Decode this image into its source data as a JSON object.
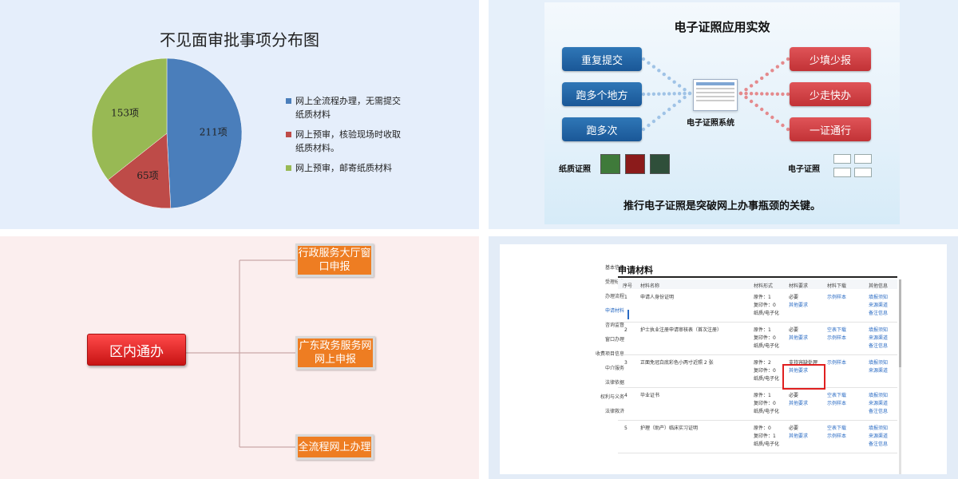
{
  "panel1": {
    "title": "不见面审批事项分布图",
    "chart_data": {
      "type": "pie",
      "title": "不见面审批事项分布图",
      "slices": [
        {
          "label": "网上全流程办理，无需提交纸质材料",
          "value": 211,
          "data_label": "211项",
          "color": "#4a7ebb"
        },
        {
          "label": "网上预审，核验现场时收取纸质材料。",
          "value": 65,
          "data_label": "65项",
          "color": "#be4b48"
        },
        {
          "label": "网上预审，邮寄纸质材料",
          "value": 153,
          "data_label": "153项",
          "color": "#98b954"
        }
      ],
      "legend_position": "right"
    },
    "legend": [
      {
        "text": "网上全流程办理，无需提交纸质材料",
        "color": "#4a7ebb"
      },
      {
        "text": "网上预审，核验现场时收取纸质材料。",
        "color": "#be4b48"
      },
      {
        "text": "网上预审，邮寄纸质材料",
        "color": "#98b954"
      }
    ]
  },
  "panel2": {
    "title": "电子证照应用实效",
    "left_buttons": [
      "重复提交",
      "跑多个地方",
      "跑多次"
    ],
    "right_buttons": [
      "少填少报",
      "少走快办",
      "一证通行"
    ],
    "system_label": "电子证照系统",
    "paper_label": "纸质证照",
    "electronic_label": "电子证照",
    "bottom_text": "推行电子证照是突破网上办事瓶颈的关键。",
    "colors": {
      "blue": "#1f62a3",
      "red": "#cf3b3f",
      "dots_blue": "#9fc3e6",
      "dots_red": "#e48a8d"
    }
  },
  "panel3": {
    "root": "区内通办",
    "nodes": [
      "行政服务大厅窗口申报",
      "广东政务服务网网上申报",
      "全流程网上办理"
    ],
    "colors": {
      "root": "#d81e1e",
      "node": "#ee7d22",
      "line": "#c9a8a8"
    }
  },
  "panel4": {
    "nav": [
      "基本信息",
      "受理标准",
      "办理流程",
      "申请材料",
      "咨询监督",
      "窗口办理",
      "收费项目信息",
      "中介服务",
      "法律依据",
      "权利与义务",
      "法律救济"
    ],
    "nav_active": "申请材料",
    "section_title": "申请材料",
    "columns": [
      "序号",
      "材料名称",
      "材料形式",
      "材料要求",
      "材料下载",
      "其他信息"
    ],
    "rows": [
      {
        "no": "1",
        "name": "申请人身份证明",
        "form": [
          "原件：1",
          "复印件：0",
          "纸质/电子化"
        ],
        "req": [
          "必要",
          "其他要求"
        ],
        "download": [
          "示例样本"
        ],
        "other": [
          "填报须知",
          "来源渠道",
          "备注信息"
        ]
      },
      {
        "no": "2",
        "name": "护士执业注册申请审核表（首次注册）",
        "form": [
          "原件：1",
          "复印件：0",
          "纸质/电子化"
        ],
        "req": [
          "必要",
          "其他要求"
        ],
        "download": [
          "空表下载",
          "示例样本"
        ],
        "other": [
          "填报须知",
          "来源渠道",
          "备注信息"
        ]
      },
      {
        "no": "3",
        "name": "正面免冠白底彩色小两寸近照 2 张",
        "form": [
          "原件：2",
          "复印件：0",
          "纸质/电子化"
        ],
        "req": [
          "支持容缺处理",
          "其他要求"
        ],
        "download": [
          "示例样本"
        ],
        "other": [
          "填报须知",
          "来源渠道"
        ]
      },
      {
        "no": "4",
        "name": "毕业证书",
        "form": [
          "原件：1",
          "复印件：0",
          "纸质/电子化"
        ],
        "req": [
          "必要",
          "其他要求"
        ],
        "download": [
          "空表下载",
          "示例样本"
        ],
        "other": [
          "填报须知",
          "来源渠道",
          "备注信息"
        ]
      },
      {
        "no": "5",
        "name": "护理（助产）临床实习证明",
        "form": [
          "原件：0",
          "复印件：1",
          "纸质/电子化"
        ],
        "req": [
          "必要",
          "其他要求"
        ],
        "download": [
          "空表下载",
          "示例样本"
        ],
        "other": [
          "填报须知",
          "来源渠道",
          "备注信息"
        ]
      }
    ]
  }
}
